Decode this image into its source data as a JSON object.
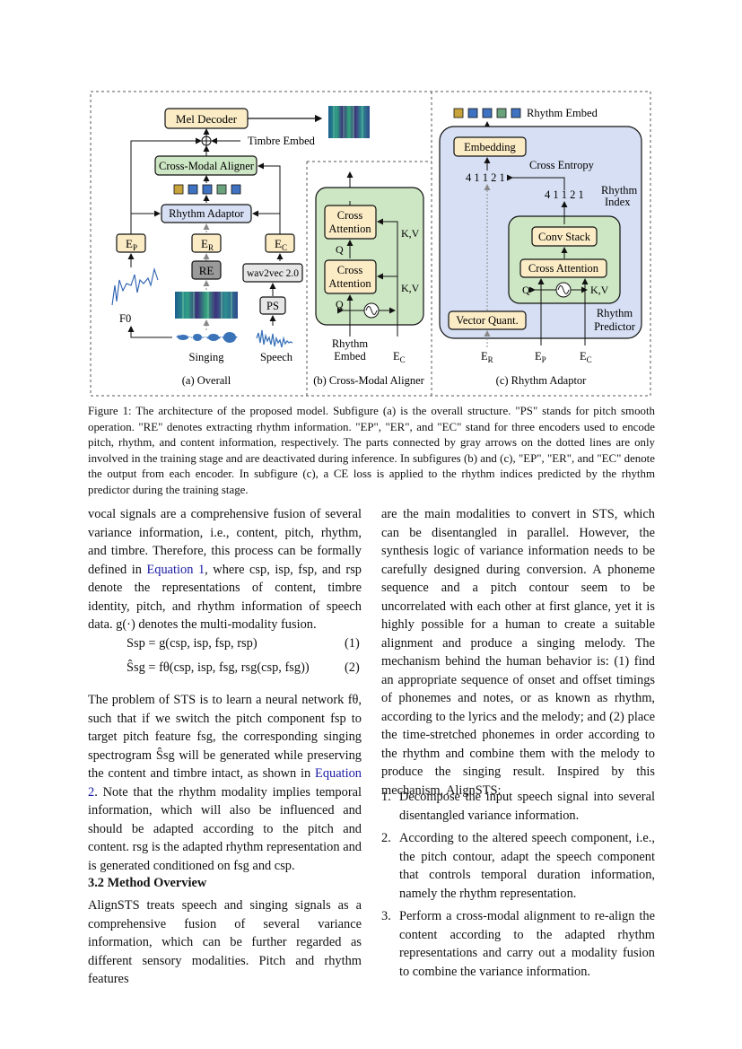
{
  "figure": {
    "a": {
      "mel_decoder": "Mel Decoder",
      "timbre_embed": "Timbre Embed",
      "cross_modal_aligner": "Cross-Modal Aligner",
      "rhythm_adaptor": "Rhythm Adaptor",
      "ep": "E",
      "ep_sub": "P",
      "er": "E",
      "er_sub": "R",
      "ec": "E",
      "ec_sub": "C",
      "re": "RE",
      "wav2vec": "wav2vec 2.0",
      "ps": "PS",
      "f0": "F0",
      "singing": "Singing",
      "speech": "Speech",
      "caption": "(a) Overall"
    },
    "b": {
      "cross_attention_1": "Cross Attention",
      "cross_attention_2": "Cross Attention",
      "q1": "Q",
      "q2": "Q",
      "kv1": "K,V",
      "kv2": "K,V",
      "rhythm_embed": "Rhythm Embed",
      "ec": "E",
      "ec_sub": "C",
      "caption": "(b) Cross-Modal Aligner"
    },
    "c": {
      "rhythm_embed": "Rhythm Embed",
      "embedding": "Embedding",
      "cross_entropy": "Cross Entropy",
      "seq_left": "4 1 1 2 1",
      "seq_right": "4 1 1 2 1",
      "rhythm_index": "Rhythm Index",
      "conv_stack": "Conv Stack",
      "cross_attention": "Cross Attention",
      "q": "Q",
      "kv": "K,V",
      "vector_quant": "Vector Quant.",
      "rhythm_predictor": "Rhythm Predictor",
      "er": "E",
      "er_sub": "R",
      "ep": "E",
      "ep_sub": "P",
      "ec": "E",
      "ec_sub": "C",
      "caption": "(c) Rhythm Adaptor"
    },
    "token_colors": [
      "#c8a23a",
      "#3f72c0",
      "#3f72c0",
      "#6aa37c",
      "#3f72c0"
    ]
  },
  "caption": "Figure 1: The architecture of the proposed model. Subfigure (a) is the overall structure. \"PS\" stands for pitch smooth operation. \"RE\" denotes extracting rhythm information. \"EP\", \"ER\", and \"EC\" stand for three encoders used to encode pitch, rhythm, and content information, respectively. The parts connected by gray arrows on the dotted lines are only involved in the training stage and are deactivated during inference. In subfigures (b) and (c), \"EP\", \"ER\", and \"EC\" denote the output from each encoder. In subfigure (c), a CE loss is applied to the rhythm indices predicted by the rhythm predictor during the training stage.",
  "left": {
    "p1": {
      "a": "vocal signals are a comprehensive fusion of several variance information, i.e., content, pitch, rhythm, and timbre. Therefore, this process can be formally defined in ",
      "ref": "Equation 1",
      "b": ", where c",
      "c": "sp, i",
      "d": "sp, f",
      "e": "sp, and r",
      "f": "sp denote the representations of content, timbre identity, pitch, and rhythm information of speech data. g(·) denotes the multi-modality fusion."
    },
    "eq1": "Ssp = g(csp, isp, fsp, rsp)",
    "eq1_num": "(1)",
    "eq2": "Ŝsg = fθ(csp, isp, fsg, rsg(csp, fsg))",
    "eq2_num": "(2)",
    "p2": {
      "a": "The problem of STS is to learn a neural network fθ, such that if we switch the pitch component fsp to target pitch feature fsg, the corresponding singing spectrogram Ŝsg will be generated while preserving the content and timbre intact, as shown in ",
      "ref": "Equation 2",
      "b": ". Note that the rhythm modality implies temporal information, which will also be influenced and should be adapted according to the pitch and content. rsg is the adapted rhythm representation and is generated conditioned on fsg and csp."
    },
    "section": "3.2   Method Overview",
    "p3": "AlignSTS treats speech and singing signals as a comprehensive fusion of several variance information, which can be further regarded as different sensory modalities. Pitch and rhythm features"
  },
  "right": {
    "p1": "are the main modalities to convert in STS, which can be disentangled in parallel. However, the synthesis logic of variance information needs to be carefully designed during conversion. A phoneme sequence and a pitch contour seem to be uncorrelated with each other at first glance, yet it is highly possible for a human to create a suitable alignment and produce a singing melody. The mechanism behind the human behavior is: (1) find an appropriate sequence of onset and offset timings of phonemes and notes, or as known as rhythm, according to the lyrics and the melody; and (2) place the time-stretched phonemes in order according to the rhythm and combine them with the melody to produce the singing result. Inspired by this mechanism, AlignSTS:",
    "list": [
      {
        "n": "1.",
        "t": "Decompose the input speech signal into several disentangled variance information."
      },
      {
        "n": "2.",
        "t": "According to the altered speech component, i.e., the pitch contour, adapt the speech component that controls temporal duration information, namely the rhythm representation."
      },
      {
        "n": "3.",
        "t": "Perform a cross-modal alignment to re-align the content according to the adapted rhythm representations and carry out a modality fusion to combine the variance information."
      }
    ]
  }
}
